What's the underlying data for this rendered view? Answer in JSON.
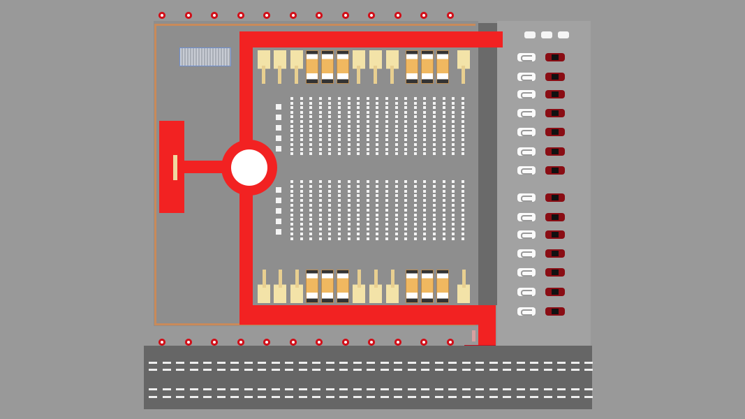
{
  "scene": {
    "colors": {
      "carpet": "#f22222",
      "floor": "#8e8e8e",
      "road": "#666666",
      "parking": "#a2a2a2",
      "red_car": "#8a0d14",
      "white_car": "#fafafa"
    },
    "counts": {
      "bollards_per_row": 12,
      "machines_per_row": 13,
      "chair_columns": 19,
      "chair_rows_per_block": 13,
      "side_squares_per_block": 5,
      "parked_car_pairs": 14,
      "vans": 3
    },
    "machine_pattern": [
      "a",
      "a",
      "a",
      "b",
      "b",
      "b",
      "a",
      "a",
      "a",
      "b",
      "b",
      "b",
      "a"
    ]
  }
}
